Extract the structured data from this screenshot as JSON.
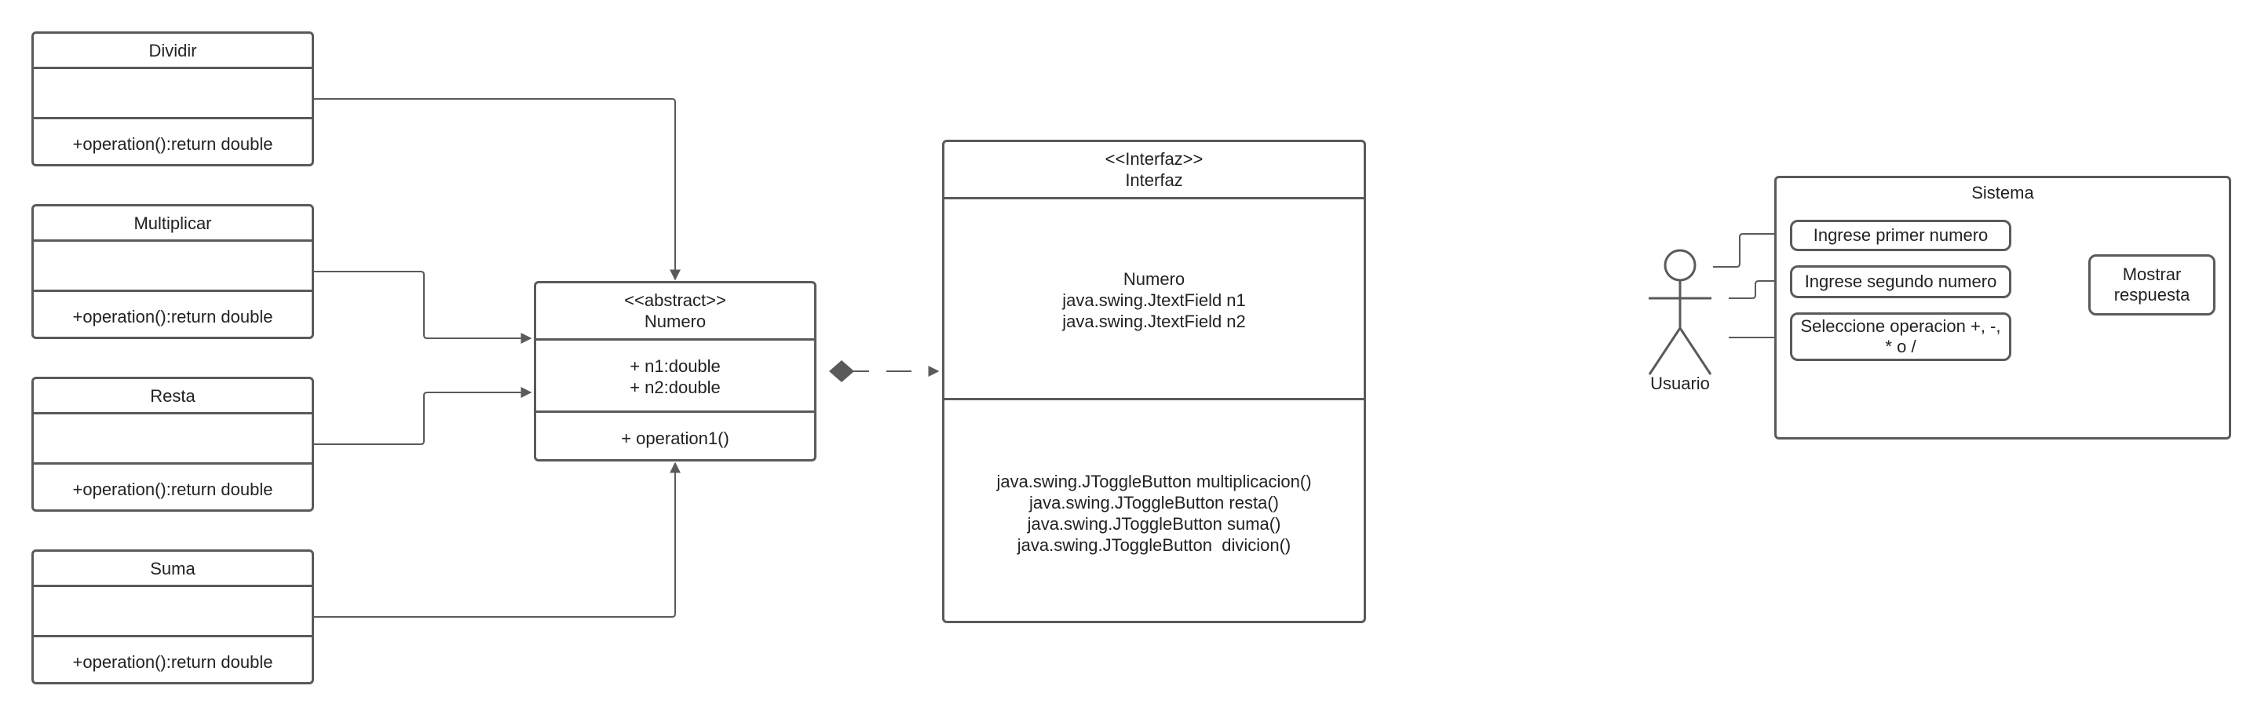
{
  "classes": {
    "dividir": {
      "name": "Dividir",
      "attributes": "",
      "method": "+operation():return double"
    },
    "multiplicar": {
      "name": "Multiplicar",
      "attributes": "",
      "method": "+operation():return double"
    },
    "resta": {
      "name": "Resta",
      "attributes": "",
      "method": "+operation():return double"
    },
    "suma": {
      "name": "Suma",
      "attributes": "",
      "method": "+operation():return double"
    },
    "numero": {
      "stereotype": "<<abstract>>",
      "name": "Numero",
      "attributes": [
        "+ n1:double",
        "+ n2:double"
      ],
      "method": "+ operation1()"
    },
    "interfaz": {
      "stereotype": "<<Interfaz>>",
      "name": "Interfaz",
      "attributes": [
        "Numero",
        "java.swing.JtextField n1",
        "java.swing.JtextField n2"
      ],
      "methods": [
        "java.swing.JToggleButton multiplicacion()",
        "java.swing.JToggleButton resta()",
        "java.swing.JToggleButton suma()",
        "java.swing.JToggleButton  divicion()"
      ]
    }
  },
  "use_case": {
    "system_title": "Sistema",
    "actor": "Usuario",
    "cases": {
      "primer": "Ingrese primer numero",
      "segundo": "Ingrese segundo numero",
      "operacion": "Seleccione operacion +, -, * o /",
      "mostrar": "Mostrar respuesta"
    }
  },
  "colors": {
    "stroke": "#5a5a5a",
    "text": "#222222",
    "background": "#ffffff"
  }
}
